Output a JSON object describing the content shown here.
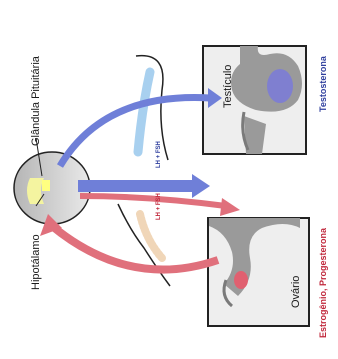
{
  "labels": {
    "pituitary": "Glândula Pituitária",
    "hypothalamus": "Hipotálamo",
    "testis": "Testículo",
    "ovary": "Ovário",
    "testosterone": "Testosterona",
    "estrogen_progesterone": "Estrogênio, Progesterona",
    "lh_fsh_blue": [
      "LH",
      "+",
      "FSH"
    ],
    "lh_fsh_red": [
      "LH",
      "+",
      "FSH"
    ]
  },
  "colors": {
    "blue_arrow": "#6f7fd8",
    "red_arrow": "#e0707c",
    "light_blue_band": "#a8d0ef",
    "beige_band": "#f0d6b8",
    "organ_gray": "#9a9a9a",
    "box_fill": "#eeeeee",
    "yellow_spot": "#ffff80",
    "testis_dot": "#7f7fd0",
    "ovary_dot": "#e06070",
    "text_blue": "#2f3f9e",
    "text_red": "#c0283c"
  }
}
